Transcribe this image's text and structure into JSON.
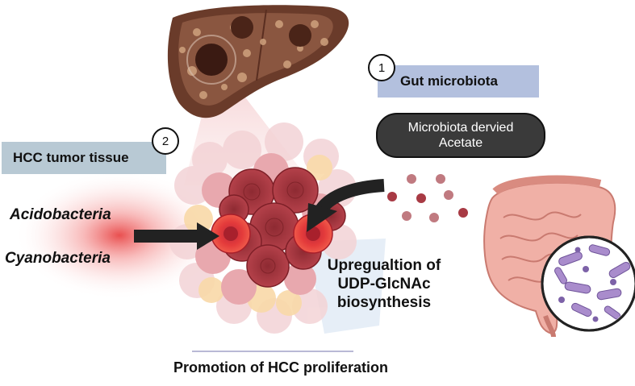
{
  "labels": {
    "gut_microbiota": "Gut microbiota",
    "step1": "1",
    "step2": "2",
    "hcc_tumor_tissue": "HCC tumor tissue",
    "acetate_line1": "Microbiota dervied",
    "acetate_line2": "Acetate",
    "bacteria1": "Acidobacteria",
    "bacteria2": "Cyanobacteria",
    "upregulation_line1": "Upregualtion of",
    "upregulation_line2": "UDP-GlcNAc",
    "upregulation_line3": "biosynthesis",
    "promotion": "Promotion of HCC proliferation"
  },
  "icons": {
    "liver": "diseased-liver-icon",
    "tumor": "tumor-cell-cluster-icon",
    "intestine": "intestine-icon",
    "microbes": "magnified-bacteria-icon",
    "acetate": "acetate-molecules-icon"
  },
  "colors": {
    "gut_box": "#b3c0de",
    "hcc_box": "#b8c9d4",
    "pill_bg": "#3a3a3a",
    "arrow": "#222222",
    "tumor_red": "#e03a3a",
    "tumor_dark": "#a8303a",
    "bacteria_glow": "#e53030",
    "acetate_dot": "#a83a44",
    "divider": "#b9b9d6"
  }
}
